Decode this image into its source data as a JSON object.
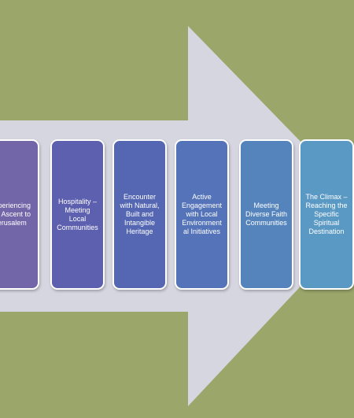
{
  "colors": {
    "background": "#9aa66a",
    "arrow": "#d6d6e1",
    "card_border": "#ffffff",
    "card_text": "#ffffff"
  },
  "steps": [
    {
      "label": "Experiencing\nthe Ascent to\nJerusalem",
      "color": "#7366a8"
    },
    {
      "label": "Hospitality –\nMeeting\nLocal\nCommunities",
      "color": "#5d5faf"
    },
    {
      "label": "Encounter\nwith Natural,\nBuilt and\nIntangible\nHeritage",
      "color": "#5567b2"
    },
    {
      "label": "Active\nEngagement\nwith Local\nEnvironment\nal Initiatives",
      "color": "#5473b8"
    },
    {
      "label": "Meeting\nDiverse Faith\nCommunities",
      "color": "#5584bd"
    },
    {
      "label": "The Climax  –\nReaching the\nSpecific\nSpiritual\nDestination",
      "color": "#5b99c5"
    }
  ]
}
